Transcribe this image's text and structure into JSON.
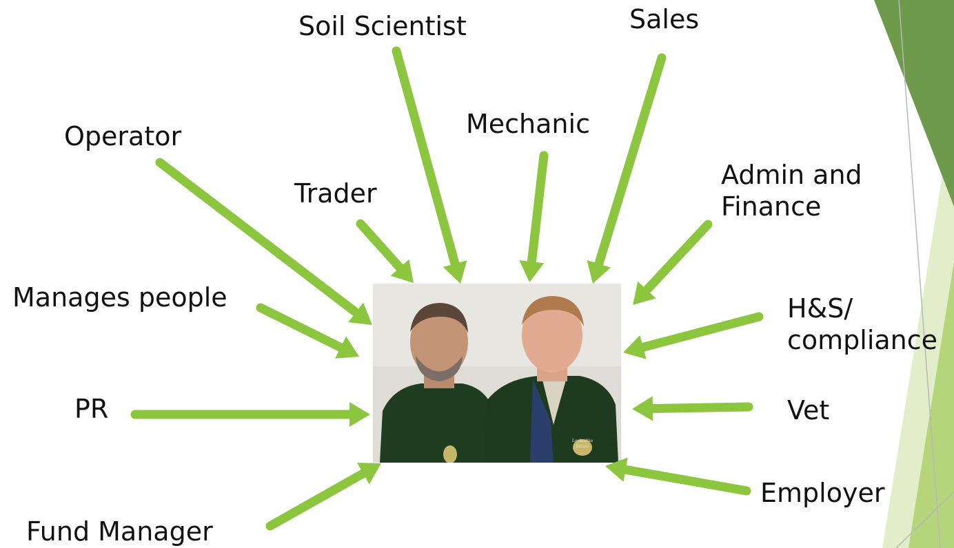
{
  "colors": {
    "arrow": "#8cc63f",
    "accent_dark": "#6f9a4c",
    "accent_mid": "#a9cc6a",
    "accent_light": "#e3edc9",
    "text": "#111111",
    "fleece": "#1e3d1e"
  },
  "roles": [
    {
      "id": "operator",
      "label": "Operator"
    },
    {
      "id": "soil-scientist",
      "label": "Soil Scientist"
    },
    {
      "id": "sales",
      "label": "Sales"
    },
    {
      "id": "mechanic",
      "label": "Mechanic"
    },
    {
      "id": "trader",
      "label": "Trader"
    },
    {
      "id": "admin-finance",
      "label": "Admin and\nFinance"
    },
    {
      "id": "manages-people",
      "label": "Manages people"
    },
    {
      "id": "hs-compliance",
      "label": "H&S/\ncompliance"
    },
    {
      "id": "pr",
      "label": "PR"
    },
    {
      "id": "vet",
      "label": "Vet"
    },
    {
      "id": "employer",
      "label": "Employer"
    },
    {
      "id": "fund-manager",
      "label": "Fund Manager"
    }
  ],
  "photo": {
    "description_icon": "two-men-photo-icon",
    "badge_text": "Lockerbie\nEstate"
  }
}
